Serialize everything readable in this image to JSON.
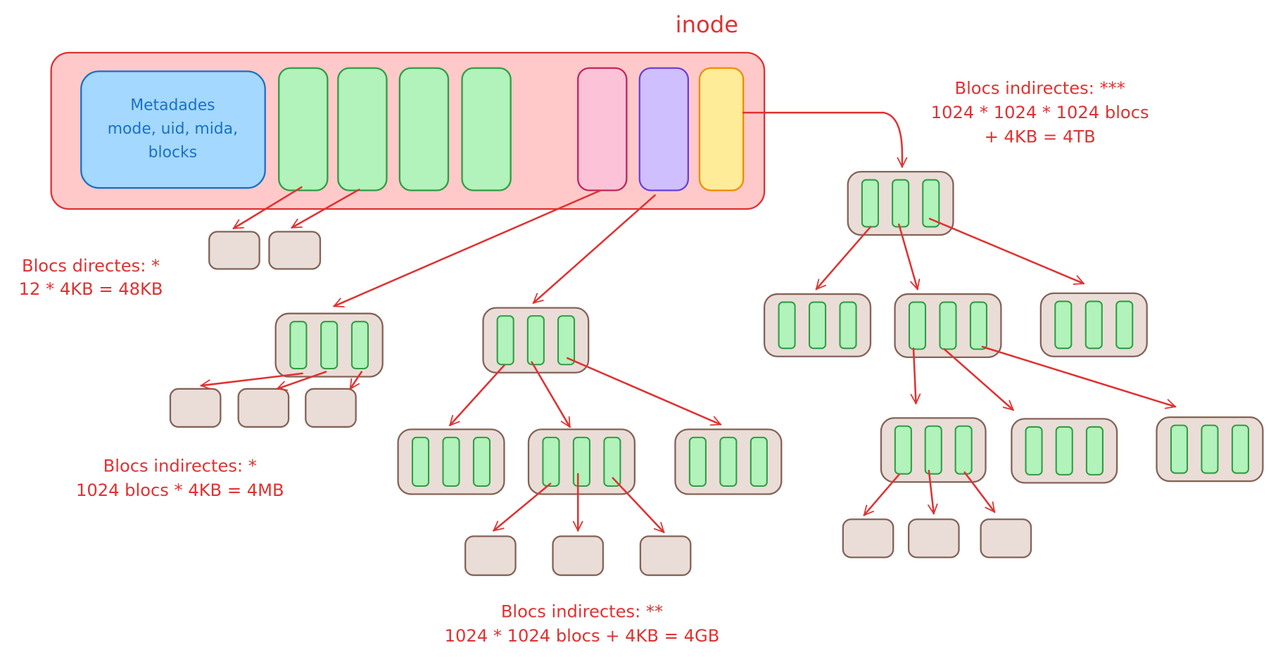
{
  "title": "inode",
  "colors": {
    "inode_fill": "#ffc9c9",
    "inode_stroke": "#e03131",
    "metadata_fill": "#a5d8ff",
    "metadata_stroke": "#1971c2",
    "pointer_fill": "#b2f2bb",
    "pointer_stroke": "#2f9e44",
    "single_indirect_fill": "#fcc2d7",
    "single_indirect_stroke": "#c2255c",
    "double_indirect_fill": "#d0bfff",
    "double_indirect_stroke": "#6741d9",
    "triple_indirect_fill": "#ffec99",
    "triple_indirect_stroke": "#f08c00",
    "block_fill": "#eaddd7",
    "block_stroke": "#846358",
    "arrow": "#e03131"
  },
  "inode": {
    "metadata": {
      "lines": [
        "Metadades",
        "mode, uid, mida,",
        "blocks"
      ]
    },
    "direct_pointer_count_shown": 4,
    "indirect_pointers": [
      "single-indirect",
      "double-indirect",
      "triple-indirect"
    ]
  },
  "labels": {
    "direct": [
      "Blocs directes: *",
      "12 * 4KB = 48KB"
    ],
    "single_indirect": [
      "Blocs indirectes: *",
      "1024 blocs * 4KB = 4MB"
    ],
    "double_indirect": [
      "Blocs indirectes: **",
      "1024 * 1024 blocs  + 4KB = 4GB"
    ],
    "triple_indirect": [
      "Blocs indirectes: ***",
      "1024 * 1024 * 1024 blocs",
      "+ 4KB = 4TB"
    ]
  }
}
